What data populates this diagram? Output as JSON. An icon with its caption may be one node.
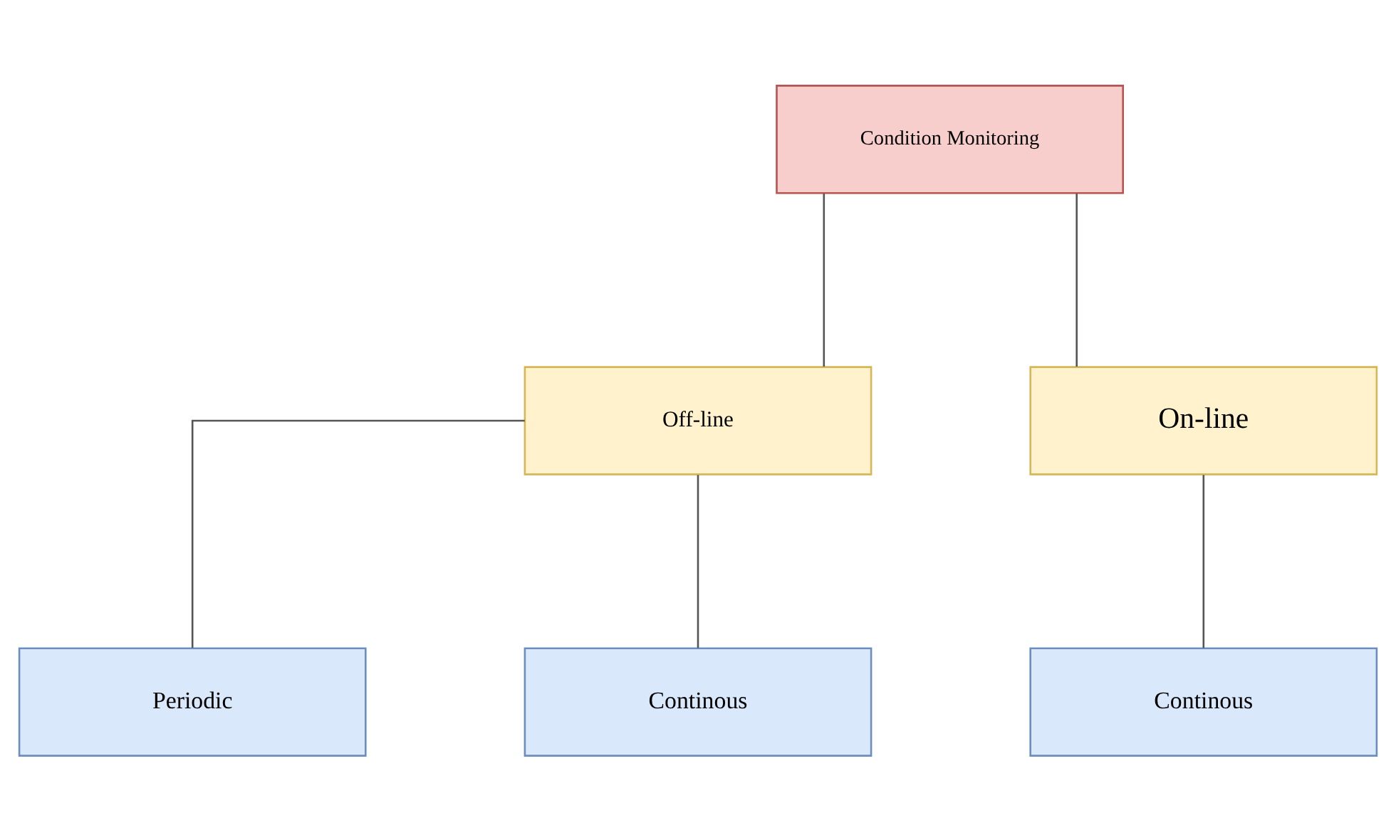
{
  "diagram": {
    "nodes": [
      {
        "text": [
          "Condition Monitoring"
        ]
      },
      {
        "text": [
          "Off-line"
        ]
      },
      {
        "text": [
          "On-line"
        ]
      },
      {
        "text": [
          "Periodic"
        ]
      },
      {
        "text": [
          "Continous"
        ]
      },
      {
        "text": [
          "Continous"
        ]
      }
    ],
    "edges": [
      {
        "from": 0,
        "to": 1,
        "arrow": "none"
      },
      {
        "from": 0,
        "to": 2,
        "arrow": "none"
      },
      {
        "from": 1,
        "to": 3,
        "arrow": "none"
      },
      {
        "from": 1,
        "to": 4,
        "arrow": "none"
      },
      {
        "from": 2,
        "to": 5,
        "arrow": "none"
      }
    ]
  }
}
